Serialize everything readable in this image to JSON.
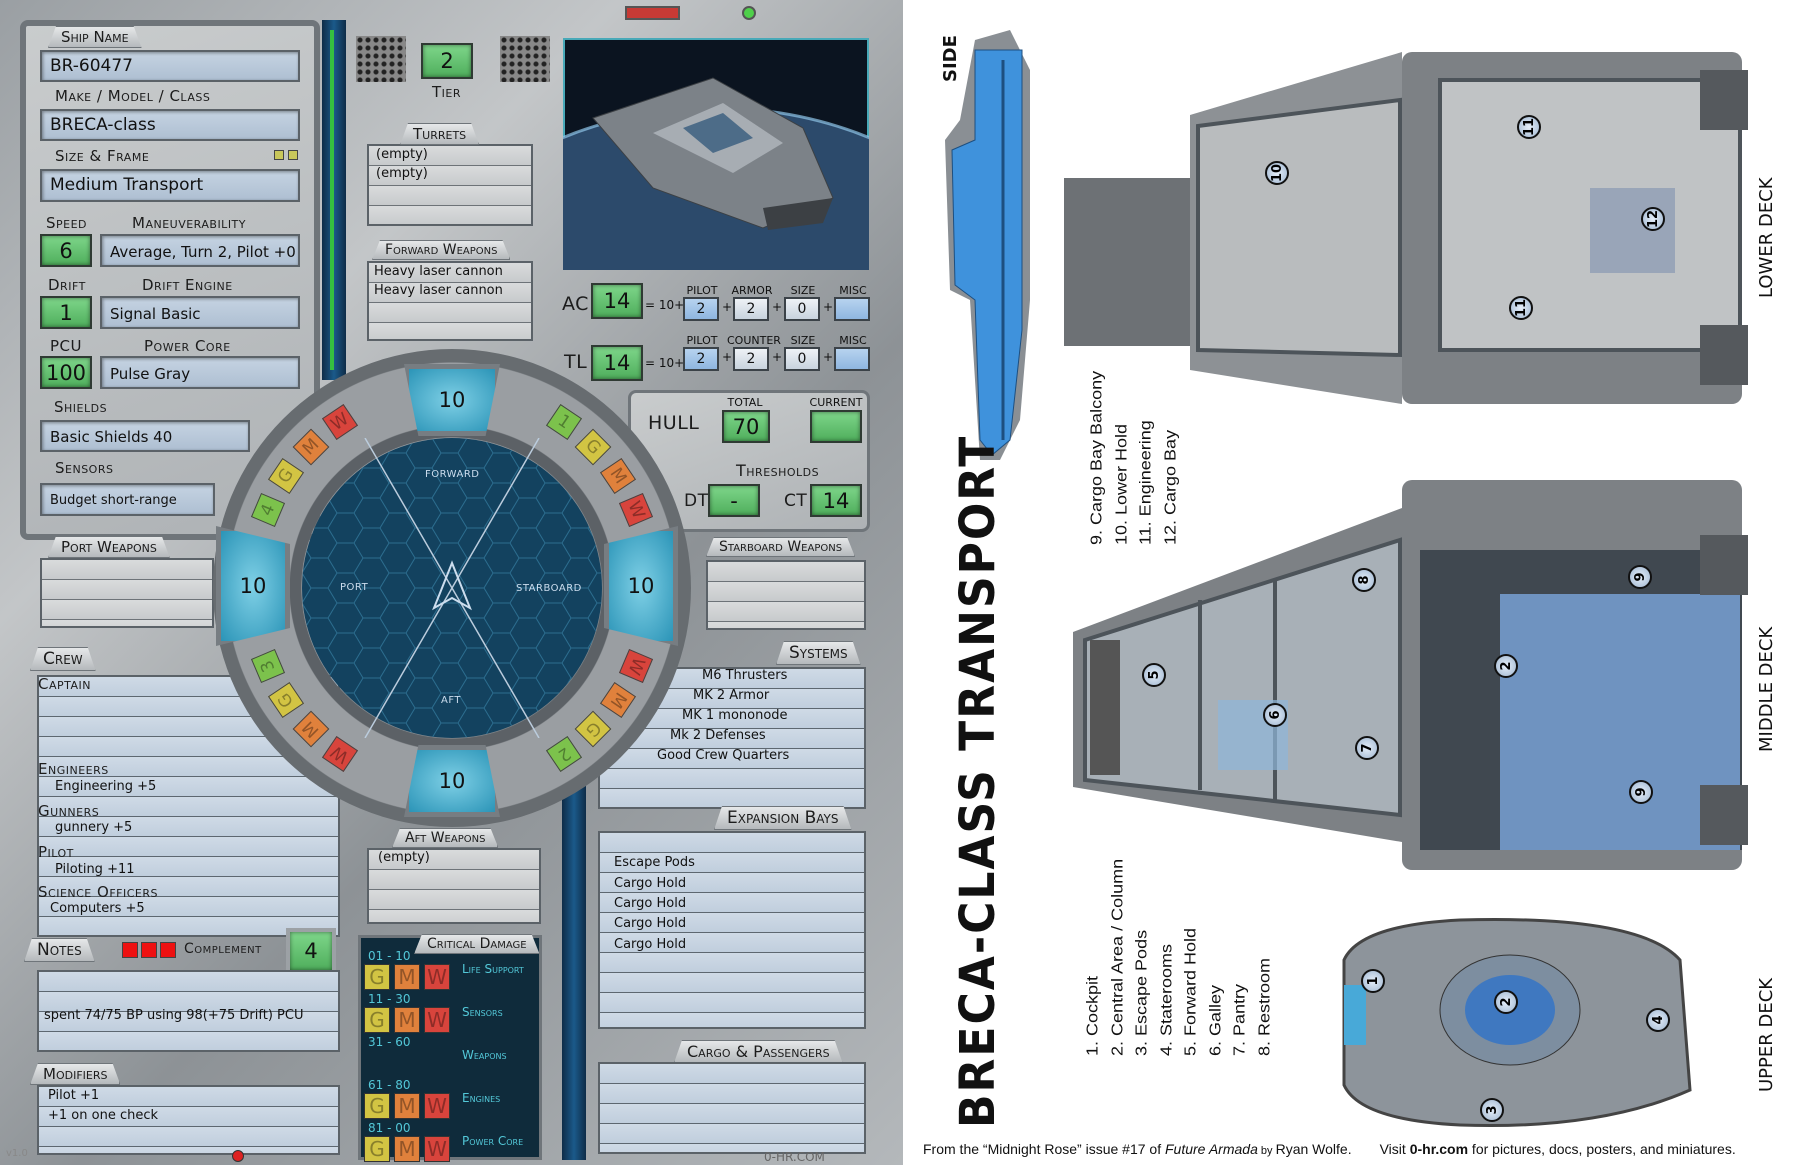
{
  "sheet": {
    "ship_name": {
      "label": "Ship Name",
      "value": "BR-60477"
    },
    "make_model": {
      "label": "Make / Model / Class",
      "value": "BRECA-class"
    },
    "size_frame": {
      "label": "Size & Frame",
      "value": "Medium Transport"
    },
    "speed": {
      "label": "Speed",
      "value": "6"
    },
    "maneuverability": {
      "label": "Maneuverability",
      "value": "Average, Turn 2, Pilot +0"
    },
    "drift": {
      "label": "Drift",
      "value": "1"
    },
    "drift_engine": {
      "label": "Drift Engine",
      "value": "Signal Basic"
    },
    "pcu": {
      "label": "PCU",
      "value": "100"
    },
    "power_core": {
      "label": "Power Core",
      "value": "Pulse Gray"
    },
    "shields": {
      "label": "Shields",
      "value": "Basic Shields 40"
    },
    "sensors": {
      "label": "Sensors",
      "value": "Budget short-range"
    },
    "tier": {
      "label": "Tier",
      "value": "2"
    },
    "turrets": {
      "label": "Turrets",
      "items": [
        "(empty)",
        "(empty)"
      ]
    },
    "forward_weapons": {
      "label": "Forward Weapons",
      "items": [
        "Heavy laser cannon",
        "Heavy laser cannon"
      ]
    },
    "port_weapons": {
      "label": "Port Weapons"
    },
    "starboard_weapons": {
      "label": "Starboard Weapons"
    },
    "aft_weapons": {
      "label": "Aft Weapons",
      "items": [
        "(empty)"
      ]
    },
    "ac": {
      "label": "AC",
      "value": "14",
      "base": "= 10+",
      "headers": [
        "PILOT",
        "ARMOR",
        "SIZE",
        "MISC"
      ],
      "values": [
        "2",
        "2",
        "0",
        ""
      ]
    },
    "tl": {
      "label": "TL",
      "value": "14",
      "base": "= 10+",
      "headers": [
        "PILOT",
        "COUNTER",
        "SIZE",
        "MISC"
      ],
      "values": [
        "2",
        "2",
        "0",
        ""
      ]
    },
    "hull": {
      "label": "HULL",
      "total_label": "TOTAL",
      "total": "70",
      "current_label": "CURRENT",
      "current": ""
    },
    "thresholds": {
      "label": "Thresholds",
      "dt_label": "DT",
      "dt": "-",
      "ct_label": "CT",
      "ct": "14"
    },
    "arcs": {
      "forward": {
        "label": "FORWARD",
        "shield": "10"
      },
      "port": {
        "label": "PORT",
        "shield": "10"
      },
      "starboard": {
        "label": "STARBOARD",
        "shield": "10"
      },
      "aft": {
        "label": "AFT",
        "shield": "10"
      }
    },
    "ring_segments": {
      "forward_left": [
        "W",
        "M",
        "G",
        "4"
      ],
      "forward_right": [
        "1",
        "G",
        "M",
        "W"
      ],
      "aft_left": [
        "W",
        "M",
        "G",
        "3"
      ],
      "aft_right": [
        "2",
        "G",
        "M",
        "W"
      ]
    },
    "systems": {
      "label": "Systems",
      "items": [
        "M6 Thrusters",
        "MK 2 Armor",
        "MK 1 mononode",
        "Mk 2 Defenses",
        "Good Crew Quarters"
      ]
    },
    "expansion_bays": {
      "label": "Expansion Bays",
      "items": [
        "Escape Pods",
        "Cargo Hold",
        "Cargo Hold",
        "Cargo Hold",
        "Cargo Hold"
      ]
    },
    "cargo_passengers": {
      "label": "Cargo & Passengers"
    },
    "crew": {
      "label": "Crew",
      "roles": [
        {
          "role": "Captain",
          "skill": ""
        },
        {
          "role": "Engineers",
          "skill": "Engineering +5"
        },
        {
          "role": "Gunners",
          "skill": "gunnery   +5"
        },
        {
          "role": "Pilot",
          "skill": "Piloting +11"
        },
        {
          "role": "Science Officers",
          "skill": "Computers +5"
        }
      ]
    },
    "notes": {
      "label": "Notes",
      "text": "spent  74/75 BP      using 98(+75 Drift)  PCU"
    },
    "complement": {
      "label": "Complement",
      "value": "4"
    },
    "modifiers": {
      "label": "Modifiers",
      "items": [
        "Pilot +1",
        "+1 on one check"
      ]
    },
    "critical_damage": {
      "label": "Critical Damage",
      "rows": [
        {
          "range": "01 - 10",
          "system": "Life Support",
          "gmw": true
        },
        {
          "range": "11 - 30",
          "system": "Sensors",
          "gmw": true
        },
        {
          "range": "31 - 60",
          "system": "Weapons",
          "gmw": false
        },
        {
          "range": "61 - 80",
          "system": "Engines",
          "gmw": true
        },
        {
          "range": "81 - 00",
          "system": "Power Core",
          "gmw": true
        }
      ]
    },
    "gmw_labels": [
      "G",
      "M",
      "W"
    ],
    "footer_site": "0-HR.COM",
    "version": "v1.0"
  },
  "deckplan": {
    "title": "BRECA-CLASS TRANSPORT",
    "side_label": "SIDE",
    "deck_labels": {
      "lower": "LOWER DECK",
      "middle": "MIDDLE DECK",
      "upper": "UPPER DECK"
    },
    "legend_a": [
      "1. Cockpit",
      "2. Central Area / Column",
      "3. Escape Pods",
      "4. Staterooms",
      "5. Forward Hold",
      "6. Galley",
      "7. Pantry",
      "8. Restroom"
    ],
    "legend_b": [
      "9. Cargo Bay Balcony",
      "10. Lower Hold",
      "11. Engineering",
      "12. Cargo Bay"
    ],
    "room_numbers": {
      "lower": [
        "10",
        "11",
        "11",
        "12"
      ],
      "middle": [
        "5",
        "6",
        "7",
        "8",
        "2",
        "9",
        "9"
      ],
      "upper": [
        "1",
        "2",
        "3",
        "4"
      ]
    },
    "credit": {
      "prefix": "From the “Midnight Rose” issue #17 of ",
      "publication": "Future Armada",
      "by": " by ",
      "author": "Ryan Wolfe.",
      "visit": "Visit ",
      "site": "0-hr.com",
      "suffix": " for pictures, docs, posters, and miniatures."
    }
  },
  "colors": {
    "W": "#d8443c",
    "M": "#e0813c",
    "G": "#d2c443",
    "num": "#7cc24c",
    "accent_green": "#5fc06c",
    "field_blue": "#b8c9db"
  }
}
